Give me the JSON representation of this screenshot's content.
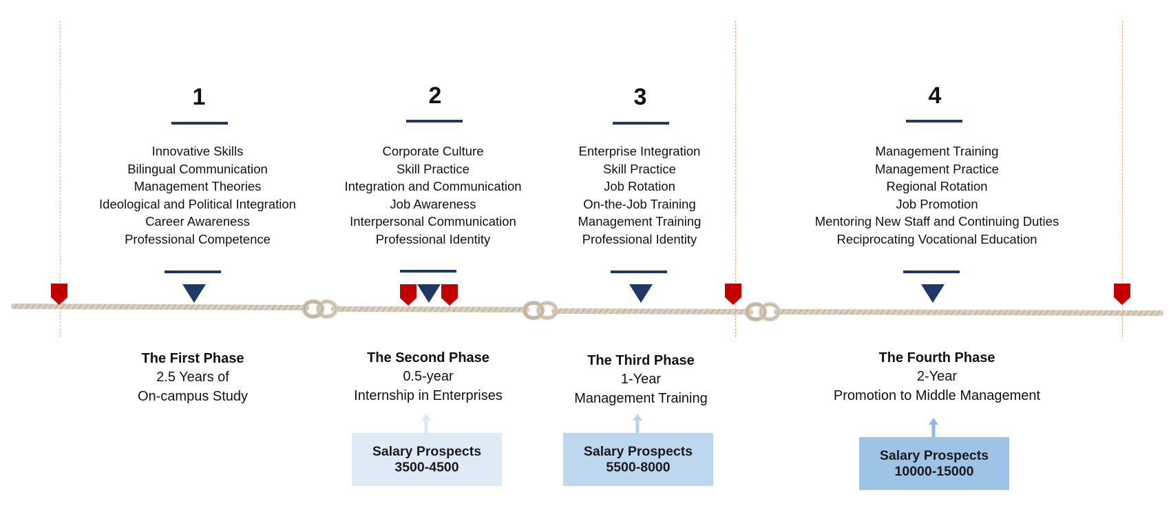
{
  "phases": [
    {
      "number": "1",
      "items": [
        "Innovative Skills",
        "Bilingual Communication",
        "Management Theories",
        "Ideological and Political Integration",
        "Career Awareness",
        "Professional Competence"
      ],
      "title": "The First Phase",
      "subtitle_lines": [
        "2.5 Years of",
        "On-campus Study"
      ]
    },
    {
      "number": "2",
      "items": [
        "Corporate Culture",
        "Skill Practice",
        "Integration and Communication",
        "Job Awareness",
        "Interpersonal Communication",
        "Professional Identity"
      ],
      "title": "The Second Phase",
      "subtitle_lines": [
        "0.5-year",
        "Internship in Enterprises"
      ]
    },
    {
      "number": "3",
      "items": [
        "Enterprise Integration",
        "Skill Practice",
        "Job Rotation",
        "On-the-Job Training",
        "Management Training",
        "Professional Identity"
      ],
      "title": "The Third Phase",
      "subtitle_lines": [
        "1-Year",
        "Management Training"
      ]
    },
    {
      "number": "4",
      "items": [
        "Management Training",
        "Management Practice",
        "Regional Rotation",
        "Job Promotion",
        "Mentoring New Staff and Continuing Duties",
        "Reciprocating Vocational Education"
      ],
      "title": "The Fourth Phase",
      "subtitle_lines": [
        "2-Year",
        "Promotion to Middle Management"
      ]
    }
  ],
  "salary": [
    {
      "label": "Salary Prospects",
      "range": "3500-4500",
      "color": "#deeaf6",
      "arrow_color": "#dceaf8"
    },
    {
      "label": "Salary Prospects",
      "range": "5500-8000",
      "color": "#bdd7ee",
      "arrow_color": "#b9d3ee"
    },
    {
      "label": "Salary Prospects",
      "range": "10000-15000",
      "color": "#9dc3e6",
      "arrow_color": "#8fb8e6"
    }
  ],
  "colors": {
    "accent_navy": "#1f3864",
    "marker_red": "#c00000",
    "guide_orange": "#f0a878",
    "rope": "#d9cfc0"
  }
}
